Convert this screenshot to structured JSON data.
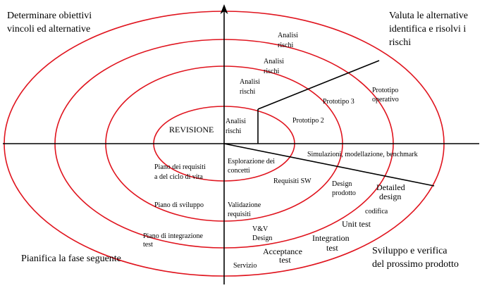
{
  "quadrants": {
    "top_left": [
      "Determinare obiettivi",
      "vincoli ed alternative"
    ],
    "top_right": [
      "Valuta le alternative",
      "identifica e risolvi i",
      "rischi"
    ],
    "bottom_left": [
      "Pianifica la fase seguente"
    ],
    "bottom_right": [
      "Sviluppo e verifica",
      "del prossimo prodotto"
    ]
  },
  "center_label": "REVISIONE",
  "risk_analysis": [
    [
      "Analisi",
      "rischi"
    ],
    [
      "Analisi",
      "rischi"
    ],
    [
      "Analisi",
      "rischi"
    ],
    [
      "Analisi",
      "rischi"
    ]
  ],
  "prototypes": [
    [
      "Prototipo 2"
    ],
    [
      "Prototipo 3"
    ],
    [
      "Prototipo",
      "operativo"
    ]
  ],
  "simulation_label": "Simulazioni, modellazione, benchmark",
  "planning": [
    [
      "Piano dei requisiti",
      "a del ciclo di vita"
    ],
    [
      "Piano di sviluppo"
    ],
    [
      "Piano di integrazione",
      "test"
    ]
  ],
  "development": {
    "concept": [
      "Esplorazione dei",
      "concetti"
    ],
    "requirements_sw": "Requisiti SW",
    "validation": [
      "Validazione",
      "requisiti"
    ],
    "design_product": [
      "Design",
      "prodotto"
    ],
    "detailed_design": [
      "Detailed",
      "design"
    ],
    "coding": "codifica",
    "vv_design": [
      "V&V",
      "Design"
    ],
    "unit_test": "Unit test",
    "integration_test": [
      "Integration",
      "test"
    ],
    "acceptance_test": [
      "Acceptance",
      "test"
    ],
    "service": "Servizio"
  }
}
